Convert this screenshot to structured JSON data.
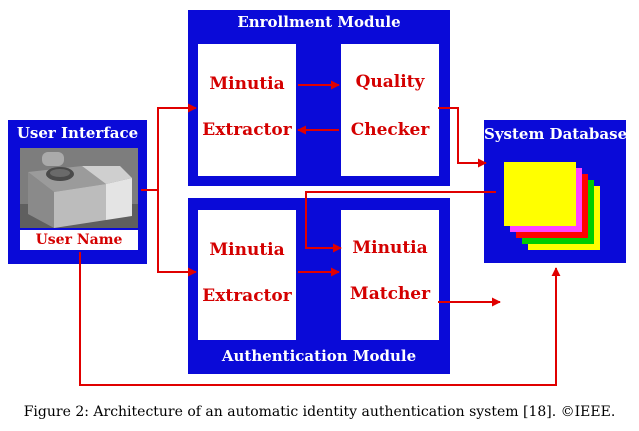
{
  "enrollment": {
    "title": "Enrollment Module",
    "extractor": {
      "line1": "Minutia",
      "line2": "Extractor"
    },
    "checker": {
      "line1": "Quality",
      "line2": "Checker"
    }
  },
  "authentication": {
    "title": "Authentication Module",
    "extractor": {
      "line1": "Minutia",
      "line2": "Extractor"
    },
    "matcher": {
      "line1": "Minutia",
      "line2": "Matcher"
    }
  },
  "user_interface": {
    "title": "User Interface",
    "username_label": "User Name"
  },
  "database": {
    "title": "System Database",
    "stack_colors": [
      "#ffff00",
      "#ff44ff",
      "#ff0000",
      "#00cc00",
      "#ffff00"
    ]
  },
  "caption": "Figure 2: Architecture of an automatic identity authentication system [18]. ©IEEE.",
  "colors": {
    "panel": "#0a0ad8",
    "arrow": "#e00000",
    "box_text": "#d40000"
  }
}
